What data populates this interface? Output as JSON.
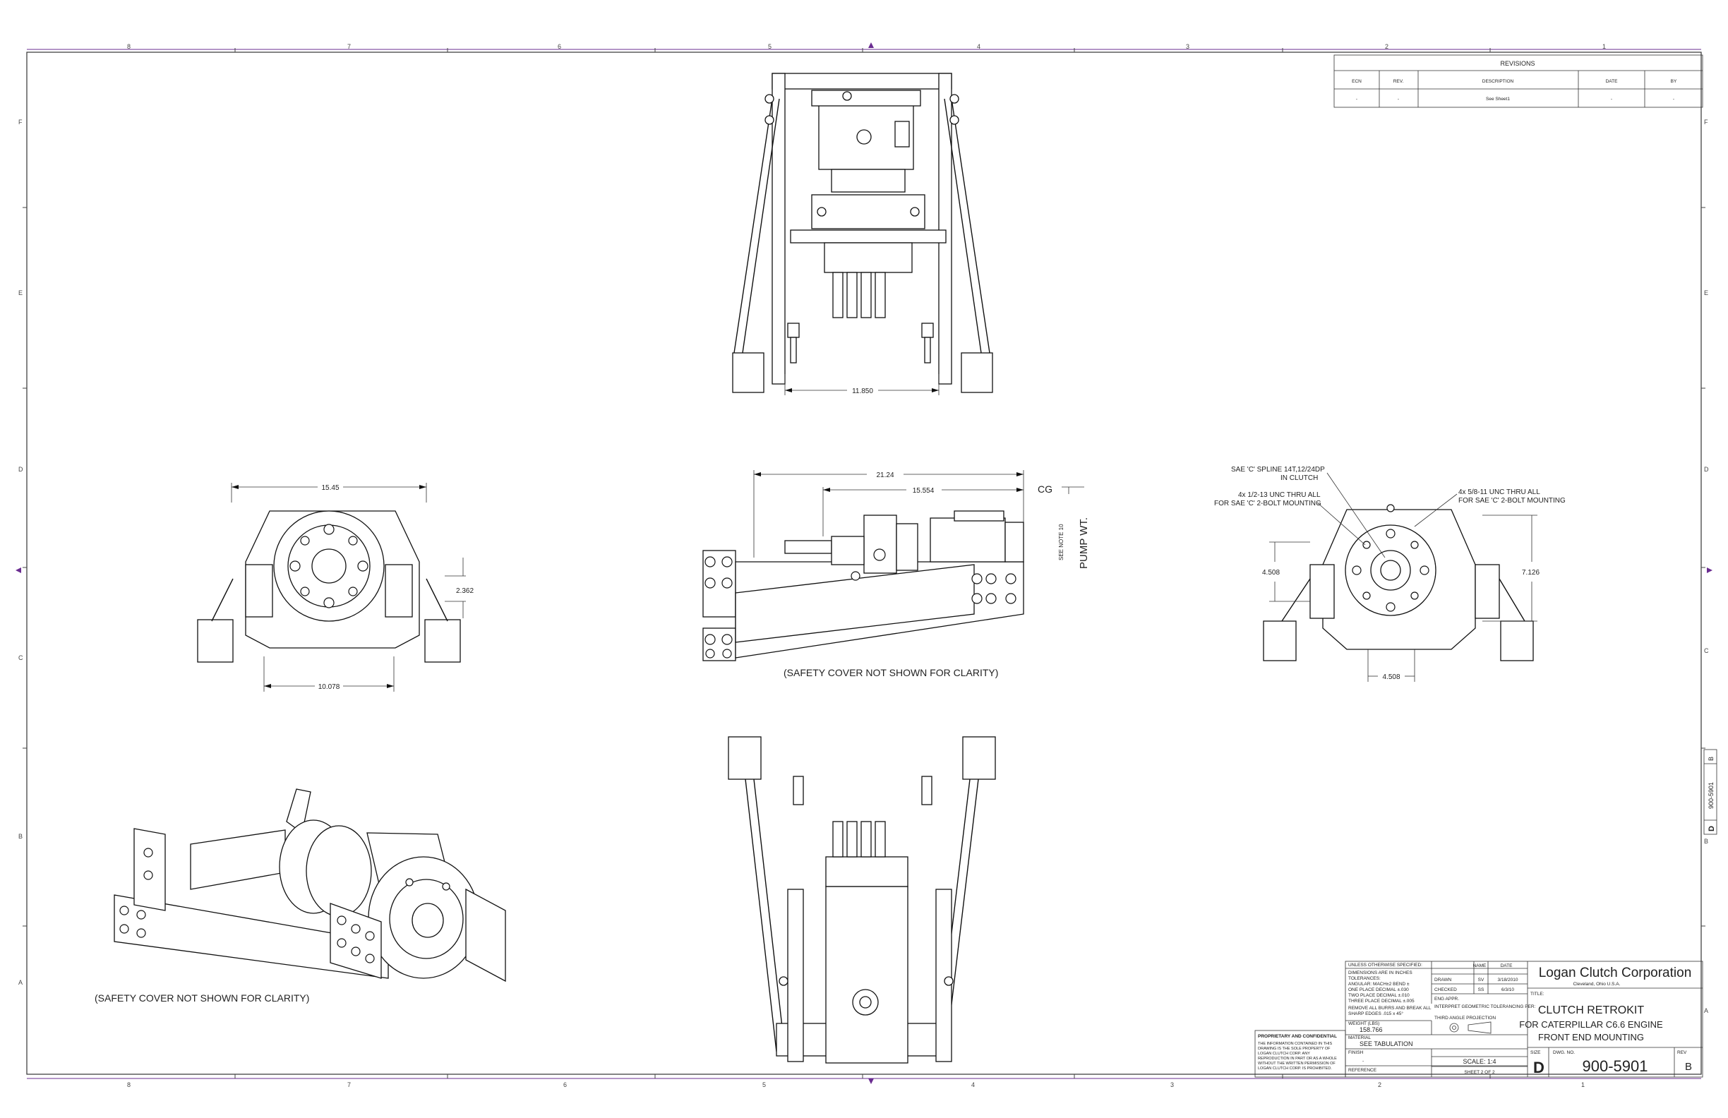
{
  "zones": {
    "columns": [
      "8",
      "7",
      "6",
      "5",
      "4",
      "3",
      "2",
      "1"
    ],
    "rows": [
      "F",
      "E",
      "D",
      "C",
      "B",
      "A"
    ]
  },
  "revisions": {
    "title": "REVISIONS",
    "headers": [
      "ECN",
      "REV.",
      "DESCRIPTION",
      "DATE",
      "BY"
    ],
    "row": [
      "-",
      "-",
      "See Sheet1",
      "-",
      "-"
    ]
  },
  "dimensions": {
    "top_width": "11.850",
    "front_width": "15.45",
    "front_height": "2.362",
    "front_bottom": "10.078",
    "side_overall": "21.24",
    "side_cg": "15.554",
    "cg_label": "CG",
    "pump_wt": "PUMP WT.",
    "see_note": "SEE NOTE 10",
    "rear_height_left": "4.508",
    "rear_height_right": "7.126",
    "rear_bottom": "4.508"
  },
  "callouts": {
    "spline_1": "SAE 'C' SPLINE 14T,12/24DP",
    "spline_2": "IN CLUTCH",
    "left_1": "4x 1/2-13 UNC THRU ALL",
    "left_2": "FOR SAE 'C' 2-BOLT MOUNTING",
    "right_1": "4x 5/8-11 UNC THRU ALL",
    "right_2": "FOR SAE 'C' 2-BOLT MOUNTING"
  },
  "captions": {
    "side": "(SAFETY COVER NOT SHOWN FOR CLARITY)",
    "iso": "(SAFETY COVER NOT SHOWN FOR CLARITY)"
  },
  "title_block": {
    "company": "Logan Clutch Corporation",
    "location": "Cleveland, Ohio  U.S.A.",
    "title_label": "TITLE:",
    "title_1": "CLUTCH RETROKIT",
    "title_2": "FOR CATERPILLAR C6.6 ENGINE",
    "title_3": "FRONT END MOUNTING",
    "size_label": "SIZE",
    "size": "D",
    "dwg_label": "DWG.  NO.",
    "dwg_no": "900-5901",
    "rev_label": "REV",
    "rev": "B",
    "scale": "SCALE: 1:4",
    "sheet": "SHEET 2 OF 2",
    "name_header": "NAME",
    "date_header": "DATE",
    "drawn": "DRAWN",
    "drawn_name": "SV",
    "drawn_date": "3/18/2010",
    "checked": "CHECKED",
    "checked_name": "SS",
    "checked_date": "6/3/10",
    "eng_appr": "ENG APPR.",
    "tol_lines": [
      "UNLESS OTHERWISE SPECIFIED:",
      "DIMENSIONS ARE IN INCHES",
      "TOLERANCES:",
      "ANGULAR: MACH±2   BEND ±",
      "ONE PLACE DECIMAL  ±.030",
      "TWO PLACE DECIMAL  ±.010",
      "THREE PLACE DECIMAL  ±.005",
      "REMOVE ALL BURRS AND BREAK ALL",
      "SHARP EDGES .015 x 45°"
    ],
    "interpret": "INTERPRET GEOMETRIC TOLERANCING PER:",
    "third_angle": "THIRD ANGLE PROJECTION",
    "weight_label": "WEIGHT (LBS)",
    "weight": "158.766",
    "material_label": "MATERIAL",
    "material": "SEE TABULATION",
    "finish_label": "FINISH",
    "finish": "-",
    "reference_label": "REFERENCE",
    "prop_title": "PROPRIETARY AND CONFIDENTIAL",
    "prop_lines": [
      "THE INFORMATION CONTAINED IN THIS",
      "DRAWING IS THE SOLE PROPERTY OF",
      "LOGAN CLUTCH CORP.  ANY",
      "REPRODUCTION IN PART OR AS A WHOLE",
      "WITHOUT THE WRITTEN PERMISSION OF",
      "LOGAN CLUTCH CORP. IS PROHIBITED."
    ]
  },
  "side_tab": {
    "size": "D",
    "number": "900-5901",
    "rev": "B"
  }
}
